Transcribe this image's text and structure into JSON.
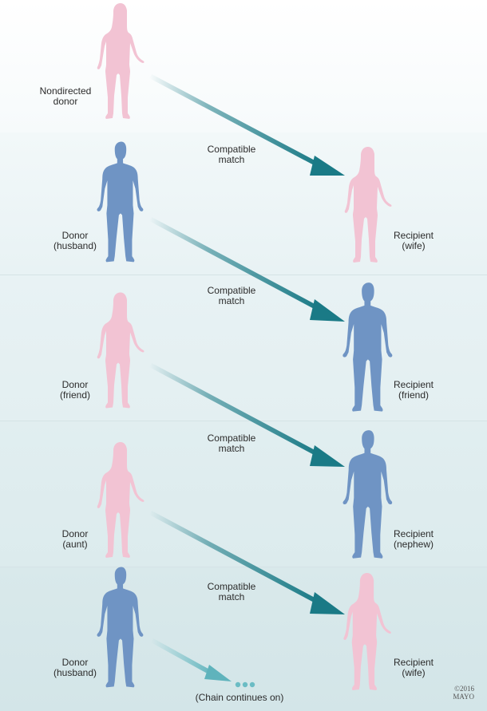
{
  "colors": {
    "female_figure": "#f2c3d3",
    "male_figure": "#6f94c4",
    "arrow": "#1a7a86"
  },
  "rows": [
    {
      "donor": {
        "line1": "Nondirected",
        "line2": "donor",
        "figure": "female"
      },
      "match_label": {
        "line1": "Compatible",
        "line2": "match"
      },
      "recipient": {
        "line1": "Recipient",
        "line2": "(wife)",
        "figure": "female"
      }
    },
    {
      "donor": {
        "line1": "Donor",
        "line2": "(husband)",
        "figure": "male"
      },
      "match_label": {
        "line1": "Compatible",
        "line2": "match"
      },
      "recipient": {
        "line1": "Recipient",
        "line2": "(friend)",
        "figure": "male"
      }
    },
    {
      "donor": {
        "line1": "Donor",
        "line2": "(friend)",
        "figure": "female"
      },
      "match_label": {
        "line1": "Compatible",
        "line2": "match"
      },
      "recipient": {
        "line1": "Recipient",
        "line2": "(nephew)",
        "figure": "male"
      }
    },
    {
      "donor": {
        "line1": "Donor",
        "line2": "(aunt)",
        "figure": "female"
      },
      "match_label": {
        "line1": "Compatible",
        "line2": "match"
      },
      "recipient": {
        "line1": "Recipient",
        "line2": "(wife)",
        "figure": "female"
      }
    },
    {
      "donor": {
        "line1": "Donor",
        "line2": "(husband)",
        "figure": "male"
      }
    }
  ],
  "chain_continues": "(Chain continues on)",
  "copyright": {
    "line1": "©2016",
    "line2": "MAYO"
  }
}
